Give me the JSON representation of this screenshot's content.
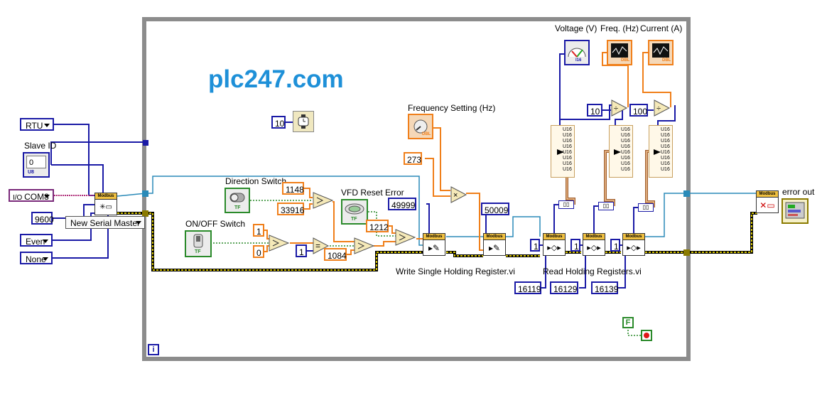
{
  "watermark": "plc247.com",
  "controls": {
    "mode": "RTU",
    "slave_id_label": "Slave ID",
    "slave_id_value": "0",
    "slave_id_type": "U8",
    "com_port": "COM8",
    "baud_rate": "9600",
    "parity": "Even",
    "flow_control": "None",
    "master_type": "New Serial Master"
  },
  "loop": {
    "wait_ms": "10",
    "iteration_terminal": "i",
    "stop_constant": "F"
  },
  "panels": {
    "direction_switch_label": "Direction Switch",
    "onoff_switch_label": "ON/OFF Switch",
    "vfd_reset_label": "VFD Reset Error",
    "frequency_setting_label": "Frequency Setting (Hz)",
    "voltage_label": "Voltage (V)",
    "frequency_label": "Freq. (Hz)",
    "current_label": "Current (A)",
    "error_out_label": "error out",
    "tf_badge": "TF",
    "dbl_badge": "DBL",
    "i16_badge": "I16"
  },
  "constants": {
    "dir_true": "1148",
    "dir_false": "33916",
    "onoff_true": "1",
    "onoff_false": "0",
    "cmp_one": "1",
    "reset_val": "1212",
    "sel_val": "1084",
    "freq_mult": "273",
    "write_addr_1": "49999",
    "write_addr_2": "50009",
    "read_addr_1": "16119",
    "read_addr_2": "16129",
    "read_addr_3": "16139",
    "read_count_1": "1",
    "read_count_2": "1",
    "read_count_3": "1",
    "div_voltage": "10",
    "div_current": "100"
  },
  "vi_labels": {
    "write_single": "Write Single Holding Register.vi",
    "read_holding": "Read Holding Registers.vi",
    "vi_header": "Modbus"
  },
  "array_type": "U16",
  "colors": {
    "u8_blue": "#1a1aa6",
    "dbl_orange": "#f07f1a",
    "bool_green": "#2a8a2a",
    "error_yellow": "#d6c400",
    "visa_purple": "#7a2a7a",
    "watermark_blue": "#1e90d8"
  }
}
